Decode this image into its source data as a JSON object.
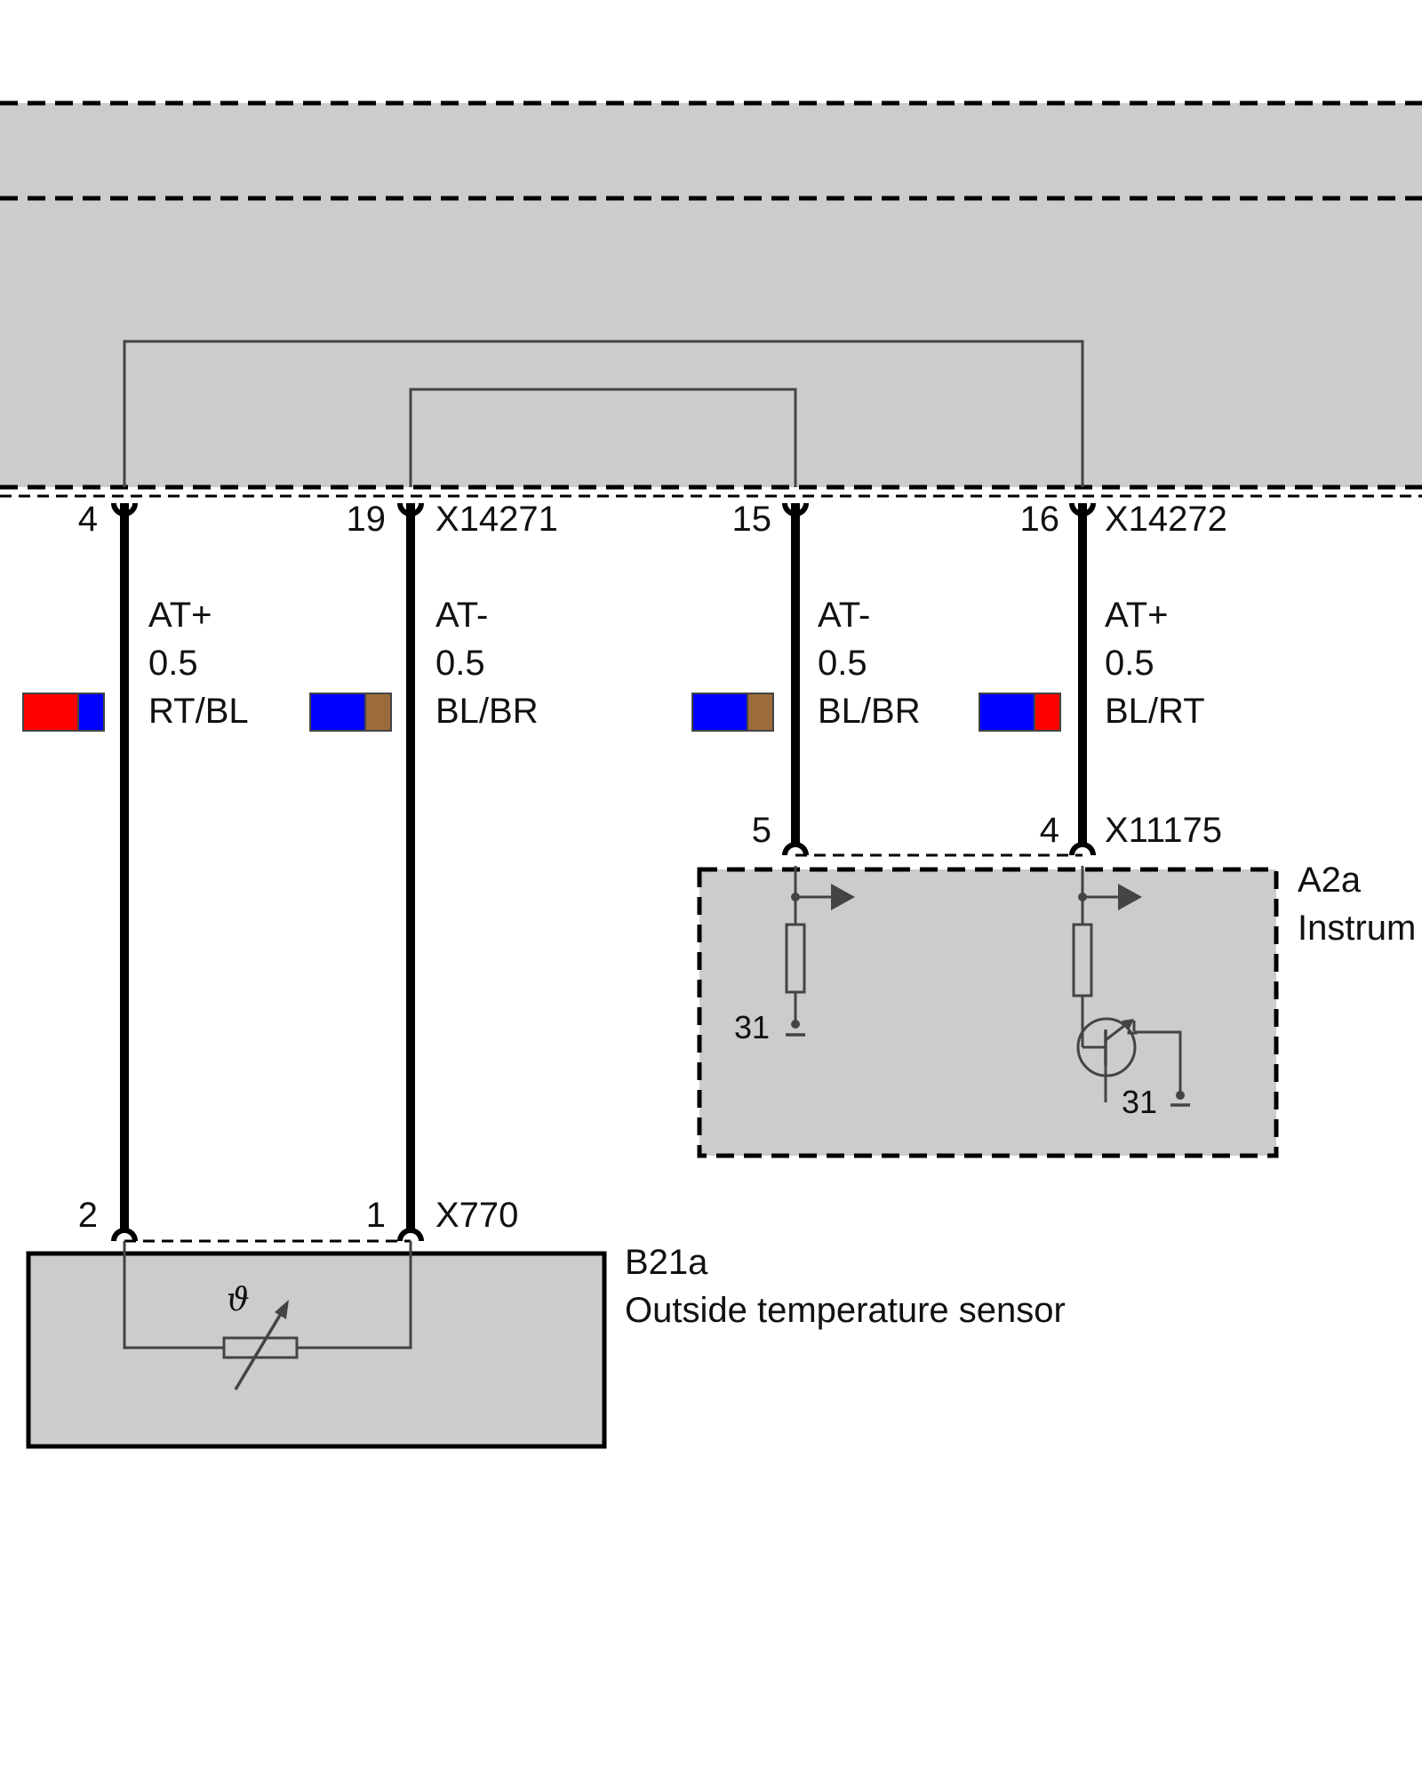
{
  "colors": {
    "panel_fill": "#cccccc",
    "wire": "#000000",
    "thin_line": "#444444",
    "RT": "#ff0000",
    "BL": "#0000ff",
    "BR": "#9c6b3c"
  },
  "top_connectors": [
    {
      "id": "X14271",
      "label": "X14271"
    },
    {
      "id": "X14272",
      "label": "X14272"
    }
  ],
  "wires": [
    {
      "pin_top": "4",
      "signal": "AT+",
      "size": "0.5",
      "color_code": "RT/BL",
      "swatch": [
        "RT",
        "BL"
      ]
    },
    {
      "pin_top": "19",
      "signal": "AT-",
      "size": "0.5",
      "color_code": "BL/BR",
      "swatch": [
        "BL",
        "BR"
      ]
    },
    {
      "pin_top": "15",
      "signal": "AT-",
      "size": "0.5",
      "color_code": "BL/BR",
      "swatch": [
        "BL",
        "BR"
      ]
    },
    {
      "pin_top": "16",
      "signal": "AT+",
      "size": "0.5",
      "color_code": "BL/RT",
      "swatch": [
        "BL",
        "RT"
      ]
    }
  ],
  "module_a2a": {
    "code": "A2a",
    "name": "Instrum",
    "connector": "X11175",
    "pins": [
      "5",
      "4"
    ],
    "ground_labels": [
      "31",
      "31"
    ]
  },
  "sensor_b21a": {
    "code": "B21a",
    "name": "Outside temperature sensor",
    "connector": "X770",
    "pins": [
      "2",
      "1"
    ],
    "symbol": "ϑ"
  }
}
